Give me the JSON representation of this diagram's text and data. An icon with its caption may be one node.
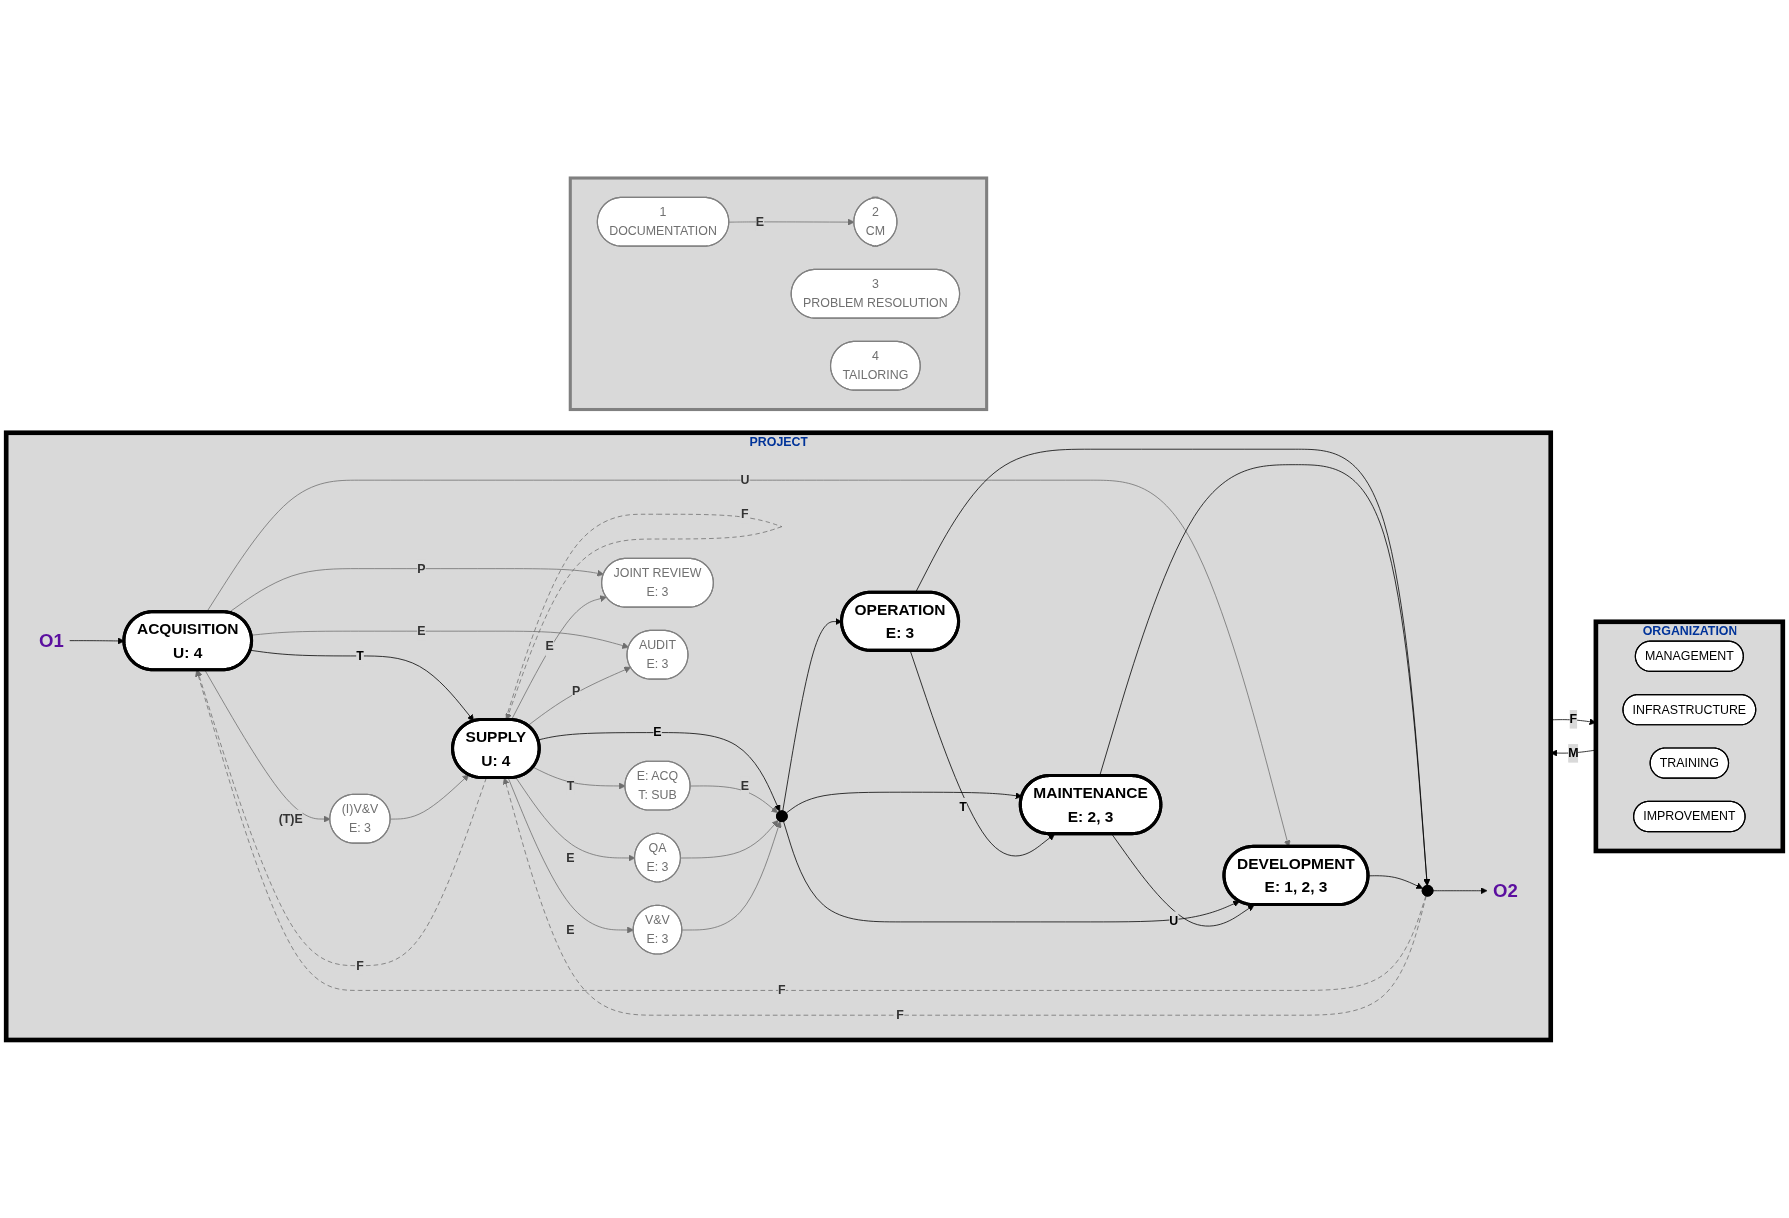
{
  "diagram": {
    "nodes": [
      {
        "text": [
          "ORGANIZATION"
        ]
      },
      {
        "text": [
          "MANAGEMENT"
        ],
        "in": 0
      },
      {
        "text": [
          "INFRASTRUCTURE"
        ],
        "in": 0
      },
      {
        "text": [
          "TRAINING"
        ],
        "in": 0
      },
      {
        "text": [
          "IMPROVEMENT"
        ],
        "in": 0
      },
      {
        "text": [
          "PROJECT"
        ]
      },
      {
        "text": [
          "O1"
        ],
        "in": 5
      },
      {
        "text": [
          "ACQUISITION",
          "U: 4"
        ],
        "in": 5
      },
      {
        "text": [
          "SUPPLY",
          "U: 4"
        ],
        "in": 5
      },
      {
        "text": [
          "JOINT REVIEW",
          "E: 3"
        ],
        "in": 5
      },
      {
        "text": [
          "AUDIT",
          "E: 3"
        ],
        "in": 5
      },
      {
        "text": [
          "(I)V&V",
          "E: 3"
        ],
        "in": 5
      },
      {
        "text": [
          "E: ACQ",
          "T: SUB"
        ],
        "in": 5
      },
      {
        "text": [
          "QA",
          "E: 3"
        ],
        "in": 5
      },
      {
        "text": [
          "V&V",
          "E: 3"
        ],
        "in": 5
      },
      {
        "text": [],
        "shape": "circle",
        "in": 5
      },
      {
        "text": [
          "OPERATION",
          "E: 3"
        ],
        "in": 5
      },
      {
        "text": [
          "MAINTENANCE",
          "E: 2, 3"
        ],
        "in": 5
      },
      {
        "text": [
          "DEVELOPMENT",
          "E: 1, 2, 3"
        ],
        "in": 5
      },
      {
        "text": [],
        "shape": "circle",
        "in": 5
      },
      {
        "text": [
          "O2"
        ],
        "in": 5
      },
      {
        "text": [],
        "shape": "box"
      },
      {
        "text": [
          "1",
          "DOCUMENTATION"
        ],
        "in": 21
      },
      {
        "text": [
          "2",
          "CM"
        ],
        "in": 21
      },
      {
        "text": [
          "3",
          "PROBLEM RESOLUTION"
        ],
        "in": 21
      },
      {
        "text": [
          "4",
          "TAILORING"
        ],
        "in": 21
      }
    ],
    "edges": [
      {
        "from": 0,
        "to": 5,
        "arrow": "to",
        "label": "M",
        "color": "#000000"
      },
      {
        "from": 5,
        "to": 0,
        "arrow": "to",
        "label": "F",
        "color": "#000000"
      },
      {
        "from": 6,
        "to": 7,
        "arrow": "to",
        "color": "#000000"
      },
      {
        "from": 7,
        "to": 8,
        "arrow": "to",
        "label": "T",
        "color": "#000000"
      },
      {
        "from": 8,
        "to": 15,
        "arrow": "to",
        "label": "E",
        "color": "#000000"
      },
      {
        "from": 8,
        "to": 12,
        "arrow": "to",
        "label": "T"
      },
      {
        "from": 12,
        "to": 15,
        "arrow": "to",
        "label": "E"
      },
      {
        "from": 13,
        "to": 15,
        "arrow": "to"
      },
      {
        "from": 14,
        "to": 15,
        "arrow": "to"
      },
      {
        "from": 7,
        "to": 9,
        "arrow": "to",
        "label": "P"
      },
      {
        "from": 7,
        "to": 10,
        "arrow": "to",
        "label": "E"
      },
      {
        "from": 7,
        "to": 11,
        "arrow": "to",
        "label": "(T)E"
      },
      {
        "from": 8,
        "to": 9,
        "arrow": "to",
        "label": "E"
      },
      {
        "from": 8,
        "to": 10,
        "arrow": "to",
        "label": "P"
      },
      {
        "from": 11,
        "to": 8,
        "arrow": "to"
      },
      {
        "from": 8,
        "to": 13,
        "arrow": "to",
        "label": "E"
      },
      {
        "from": 8,
        "to": 14,
        "arrow": "to",
        "label": "E"
      },
      {
        "from": 7,
        "to": 18,
        "arrow": "to",
        "label": "U"
      },
      {
        "from": 15,
        "to": 16,
        "arrow": "to",
        "color": "#000000"
      },
      {
        "from": 15,
        "to": 17,
        "arrow": "to",
        "color": "#000000"
      },
      {
        "from": 15,
        "to": 18,
        "arrow": "to",
        "color": "#000000"
      },
      {
        "from": 16,
        "to": 17,
        "arrow": "to",
        "label": "T",
        "color": "#000000"
      },
      {
        "from": 17,
        "to": 18,
        "arrow": "to",
        "label": "U",
        "color": "#000000"
      },
      {
        "from": 16,
        "to": 19,
        "arrow": "to",
        "color": "#000000"
      },
      {
        "from": 17,
        "to": 19,
        "arrow": "to",
        "color": "#000000"
      },
      {
        "from": 18,
        "to": 19,
        "arrow": "to",
        "color": "#000000"
      },
      {
        "from": 19,
        "to": 20,
        "arrow": "to",
        "color": "#000000"
      },
      {
        "from": 19,
        "to": 7,
        "arrow": "to",
        "label": "F",
        "style": "dashed"
      },
      {
        "from": 8,
        "to": 7,
        "arrow": "to",
        "label": "F",
        "style": "dashed"
      },
      {
        "from": 19,
        "to": 8,
        "arrow": "to",
        "label": "F",
        "style": "dashed"
      },
      {
        "from": 8,
        "to": 8,
        "arrow": "to",
        "label": "F",
        "style": "dashed"
      },
      {
        "from": 22,
        "to": 23,
        "arrow": "to",
        "label": "E"
      }
    ]
  }
}
